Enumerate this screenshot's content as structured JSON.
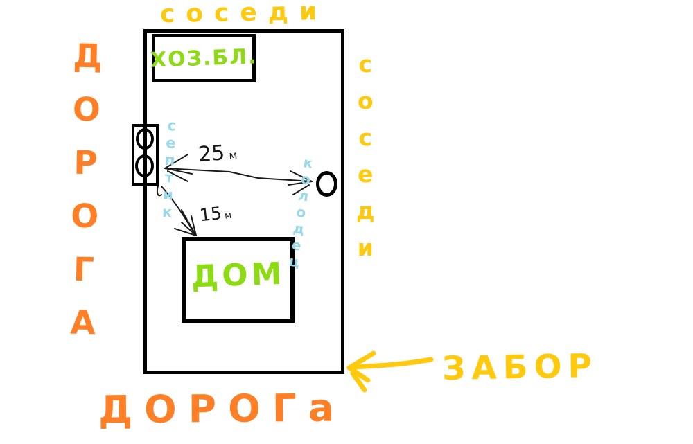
{
  "labels": {
    "neighbors_top": "соседи",
    "neighbors_right": "соседи",
    "road_left": "ДОРОГА",
    "road_bottom": "ДОРОГа",
    "utility_block": "ХОЗ.БЛ.",
    "septic": "септик",
    "well": "колодец",
    "house": "ДОМ",
    "fence": "ЗАБОР"
  },
  "distances": {
    "septic_to_well": {
      "value": "25",
      "unit": "м"
    },
    "septic_to_house": {
      "value": "15",
      "unit": "м"
    }
  },
  "colors": {
    "road_orange": "#FF7F27",
    "neighbors_gold": "#FFC90E",
    "building_lime": "#8ddb12",
    "water_lightblue": "#99D9EA",
    "line_black": "#1a1a1a"
  }
}
